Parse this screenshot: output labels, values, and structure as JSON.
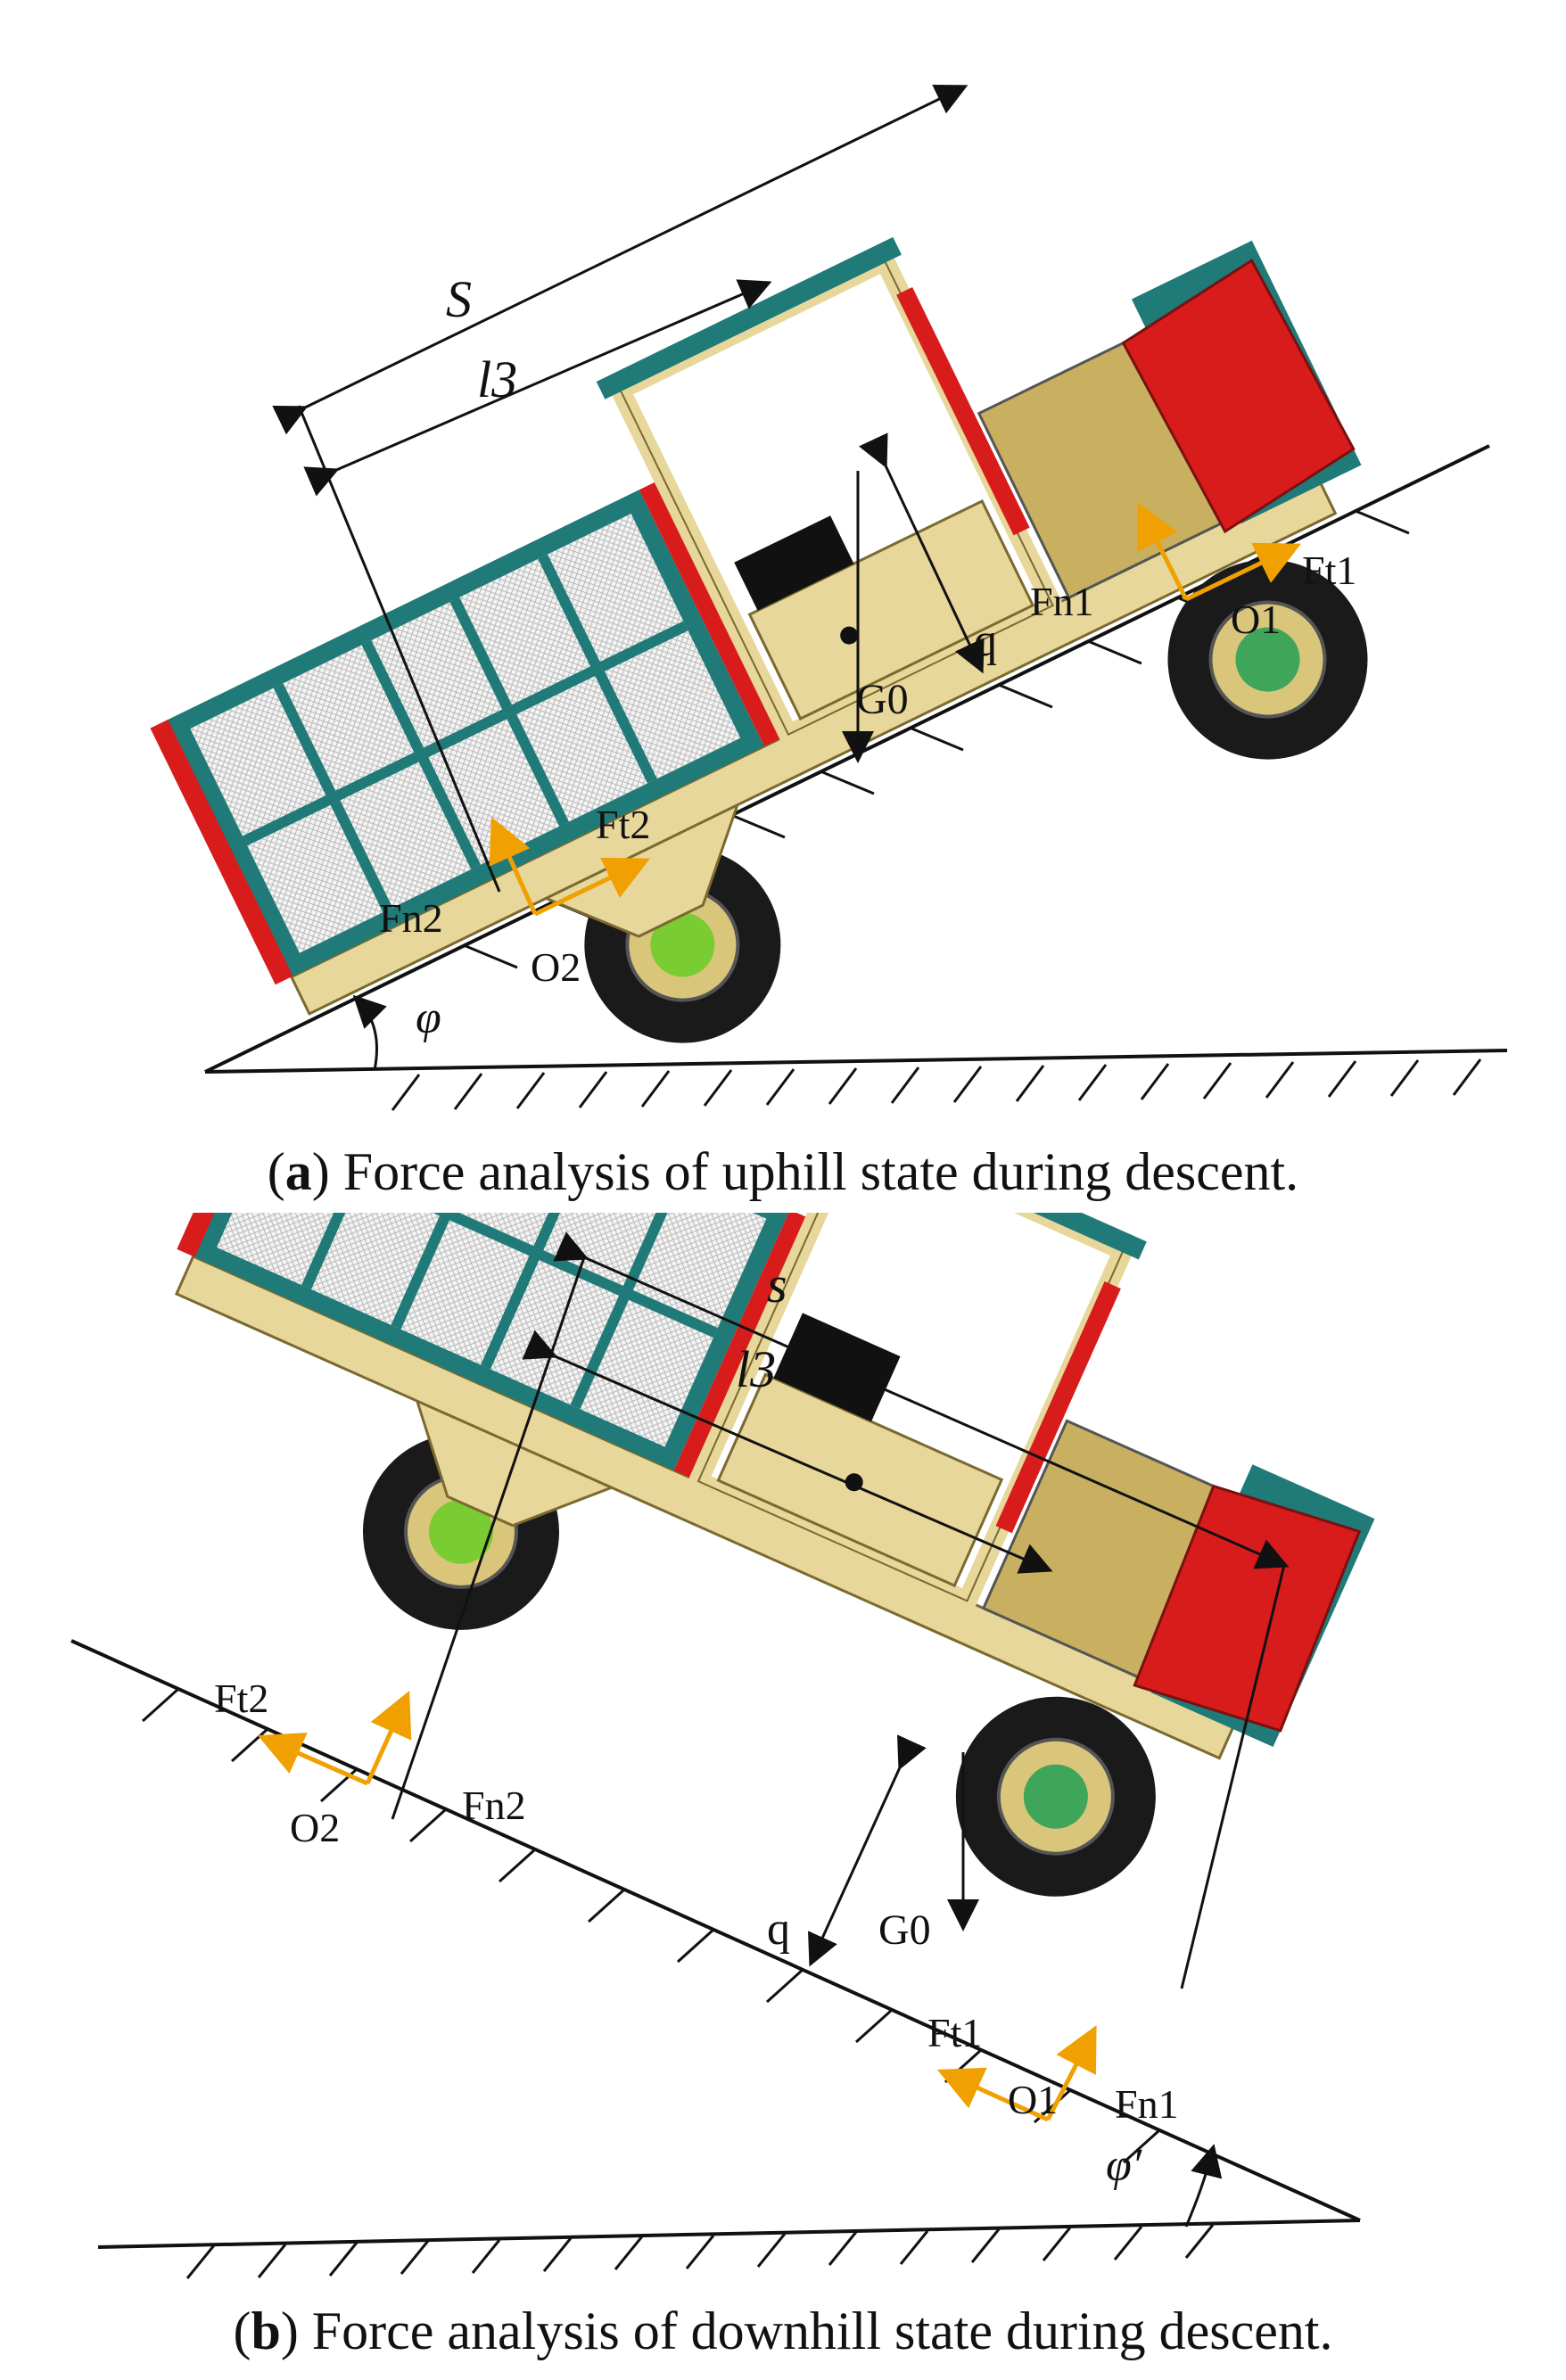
{
  "panel_a": {
    "caption_letter": "a",
    "caption_text": ") Force analysis of uphill state during descent.",
    "labels": {
      "s": "S",
      "l3": "l3",
      "q": "q",
      "g0": "G0",
      "fn1": "Fn1",
      "ft1": "Ft1",
      "o1": "O1",
      "fn2": "Fn2",
      "ft2": "Ft2",
      "o2": "O2",
      "angle": "φ"
    }
  },
  "panel_b": {
    "caption_letter": "b",
    "caption_text": ") Force analysis of downhill state during descent.",
    "labels": {
      "s": "s",
      "l3": "l3",
      "q": "q",
      "g0": "G0",
      "fn1": "Fn1",
      "ft1": "Ft1",
      "o1": "O1",
      "fn2": "Fn2",
      "ft2": "Ft2",
      "o2": "O2",
      "angle": "φ′"
    }
  },
  "colors": {
    "frame": "#e8d79a",
    "frame_edge": "#7a6a30",
    "teal": "#1f7a78",
    "red": "#d81c1c",
    "force": "#f0a000",
    "wheel_hub": "#7acc33",
    "tire": "#1a1a1a"
  }
}
